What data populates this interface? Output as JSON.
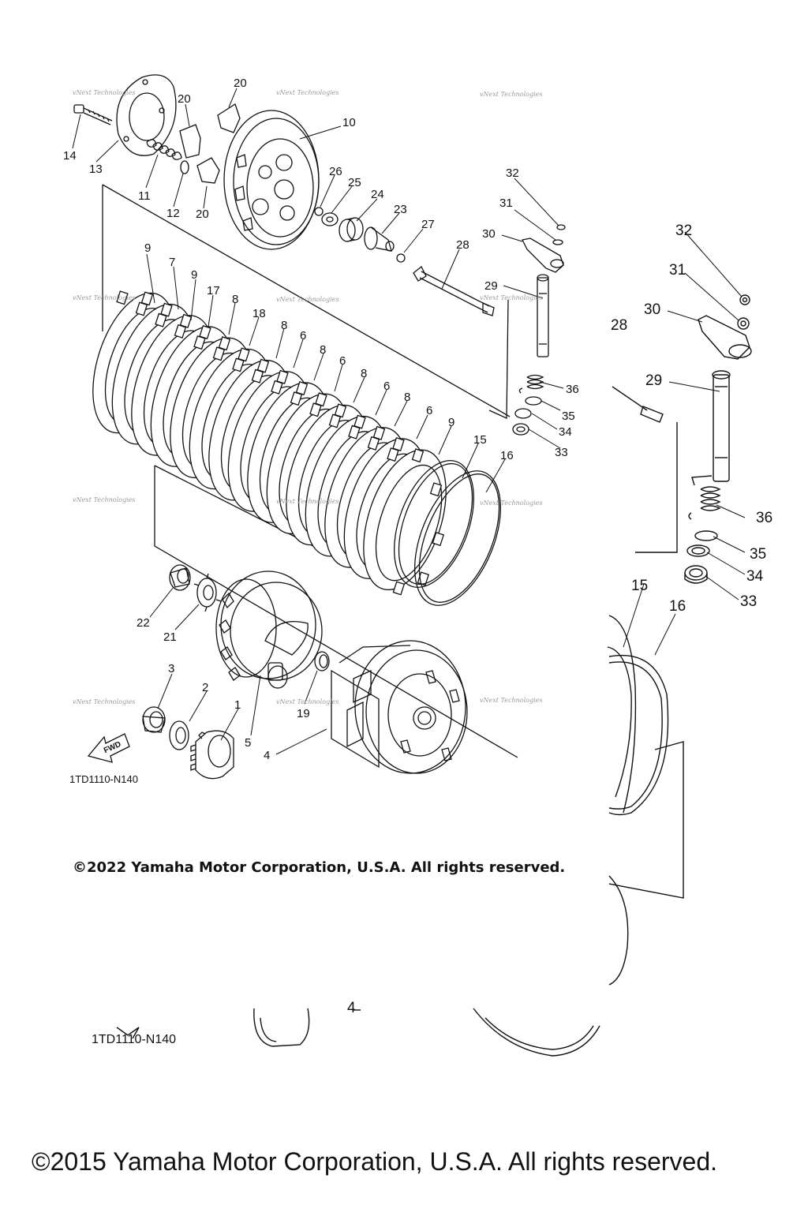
{
  "diagram": {
    "drawing_code": "1TD1110-N140",
    "fwd_label": "FWD",
    "watermark_text": "vNext Technologies",
    "copyright_2022": "©2022 Yamaha Motor Corporation, U.S.A. All rights reserved.",
    "copyright_2015": "©2015 Yamaha Motor Corporation, U.S.A. All rights reserved.",
    "callouts_front": [
      "20",
      "20",
      "10",
      "14",
      "13",
      "11",
      "12",
      "20",
      "26",
      "25",
      "24",
      "23",
      "27",
      "28",
      "32",
      "31",
      "30",
      "29",
      "36",
      "35",
      "34",
      "33",
      "9",
      "7",
      "9",
      "17",
      "8",
      "18",
      "8",
      "6",
      "8",
      "6",
      "8",
      "6",
      "8",
      "6",
      "9",
      "15",
      "16",
      "22",
      "21",
      "3",
      "2",
      "1",
      "5",
      "19",
      "4"
    ],
    "callouts_rear": [
      "32",
      "31",
      "30",
      "28",
      "29",
      "36",
      "35",
      "34",
      "33",
      "15",
      "16",
      "4"
    ],
    "colors": {
      "line": "#111111",
      "watermark": "#9a9a9a",
      "background": "#ffffff"
    }
  }
}
